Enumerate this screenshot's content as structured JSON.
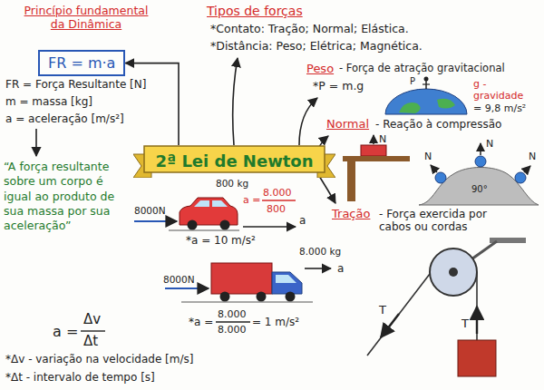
{
  "diagram": {
    "nodes": [
      {
        "text": [
          "FR = m·a"
        ]
      },
      {
        "text": [
          "2ª Lei de Newton"
        ]
      }
    ],
    "edges": [
      {
        "from": 1,
        "to": 0,
        "arrow": "to"
      }
    ],
    "labels": [
      "Princípio fundamental da Dinâmica",
      "FR = Força Resultante [N]",
      "m = massa [kg]",
      "a = aceleração [m/s²]",
      "“A força resultante sobre um corpo é igual ao produto de sua massa por sua aceleração”",
      "a =",
      "Δv",
      "Δt",
      "*Δv - variação na velocidade [m/s]",
      "*Δt - intervalo de tempo [s]",
      "Tipos de forças",
      "*Contato: Tração; Normal; Elástica.",
      "*Distância: Peso; Elétrica; Magnética.",
      "Peso",
      "- Força de atração gravitacional",
      "*P = m.g",
      "P",
      "g - gravidade",
      "= 9,8 m/s²",
      "Normal",
      "- Reação à compressão",
      "N",
      "N",
      "N",
      "N",
      "90°",
      "Tração",
      "- Força exercida por cabos ou cordas",
      "T",
      "T",
      "8000N",
      "800 kg",
      "a =",
      "8.000",
      "800",
      "a",
      "*a = 10 m/s²",
      "8.000 kg",
      "8000N",
      "a",
      "*a =",
      "8.000",
      "8.000",
      "= 1 m/s²"
    ]
  }
}
